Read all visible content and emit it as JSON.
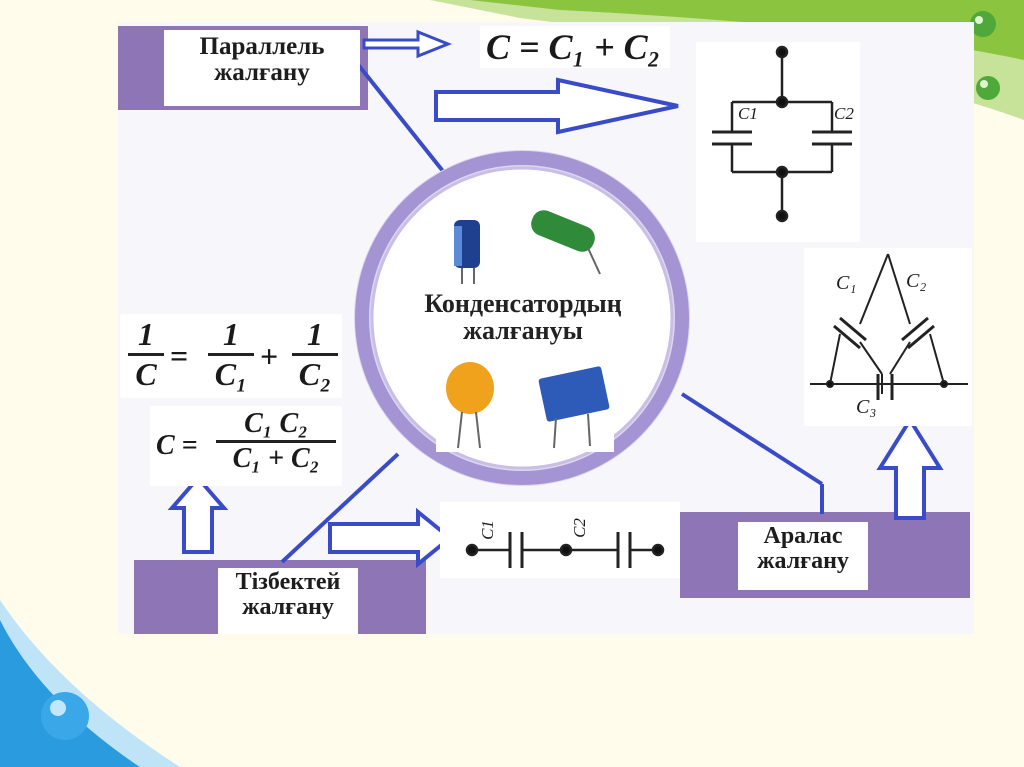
{
  "labels": {
    "parallel_line1": "Параллель",
    "parallel_line2": "жалғану",
    "series_line1": "Тізбектей",
    "series_line2": "жалғану",
    "mixed_line1": "Аралас",
    "mixed_line2": "жалғану",
    "center_line1": "Конденсатордың",
    "center_line2": "жалғануы"
  },
  "formulas": {
    "parallel": "C = C₁ + C₂",
    "series_lhs_num": "1",
    "series_lhs_den": "C",
    "series_t1_num": "1",
    "series_t1_den": "C₁",
    "series_t2_num": "1",
    "series_t2_den": "C₂",
    "series2_lhs": "C =",
    "series2_num": "C₁ C₂",
    "series2_den": "C₁ + C₂"
  },
  "circuit_labels": {
    "par_c1": "C1",
    "par_c2": "C2",
    "ser_c1": "C1",
    "ser_c2": "C2",
    "mix_c1": "C₁",
    "mix_c2": "C₂",
    "mix_c3": "C₃"
  },
  "colors": {
    "accent_purple": "#8e76b6",
    "arrow_blue": "#3a4bc8",
    "ring_purple": "#a594d3",
    "bg_green": "#8bc53f",
    "bg_blue": "#2b9be0"
  }
}
